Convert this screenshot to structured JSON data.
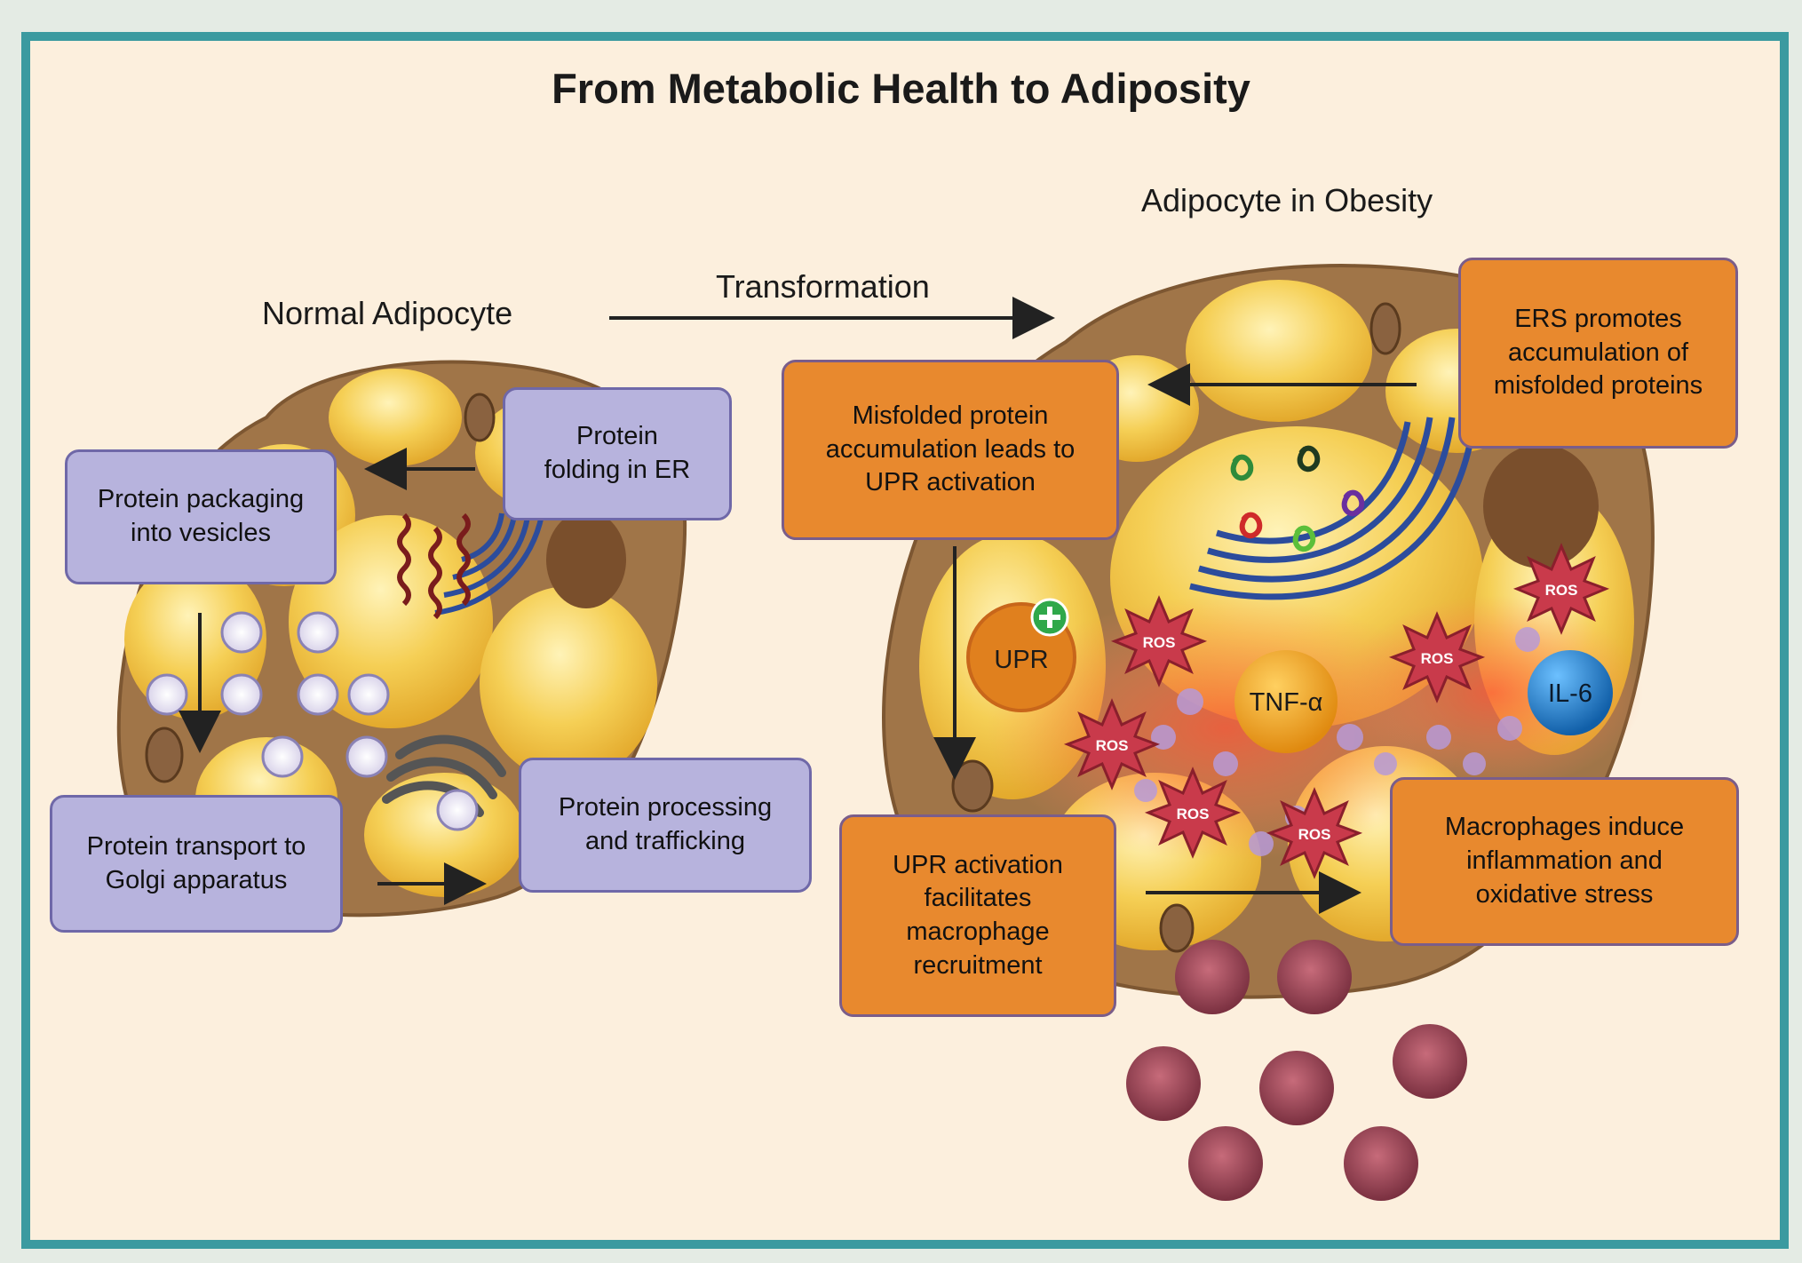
{
  "title": "From Metabolic Health to Adiposity",
  "headings": {
    "normal": "Normal Adipocyte",
    "transformation": "Transformation",
    "obesity": "Adipocyte in Obesity"
  },
  "normal_cell": {
    "folding": "Protein\nfolding in ER",
    "packaging": "Protein packaging\ninto vesicles",
    "transport": "Protein transport to\nGolgi apparatus",
    "processing": "Protein processing\nand trafficking"
  },
  "obese_cell": {
    "ers": "ERS promotes\naccumulation of\nmisfolded proteins",
    "misfolded": "Misfolded protein\naccumulation leads to\nUPR activation",
    "upr_recruit": "UPR activation\nfacilitates\nmacrophage\nrecruitment",
    "macrophages": "Macrophages induce\ninflammation and\noxidative stress"
  },
  "markers": {
    "upr": "UPR",
    "tnf": "TNF-α",
    "il6": "IL-6",
    "ros": "ROS"
  },
  "colors": {
    "frame": "#3b9aa0",
    "background": "#fcefdd",
    "purple_box": "#b7b3dd",
    "orange_box": "#e8892e",
    "cell_membrane": "#a07548",
    "lipid": "#f2c84a",
    "ros": "#c8394a",
    "tnf": "#f0a020",
    "il6": "#1e7fcf"
  }
}
